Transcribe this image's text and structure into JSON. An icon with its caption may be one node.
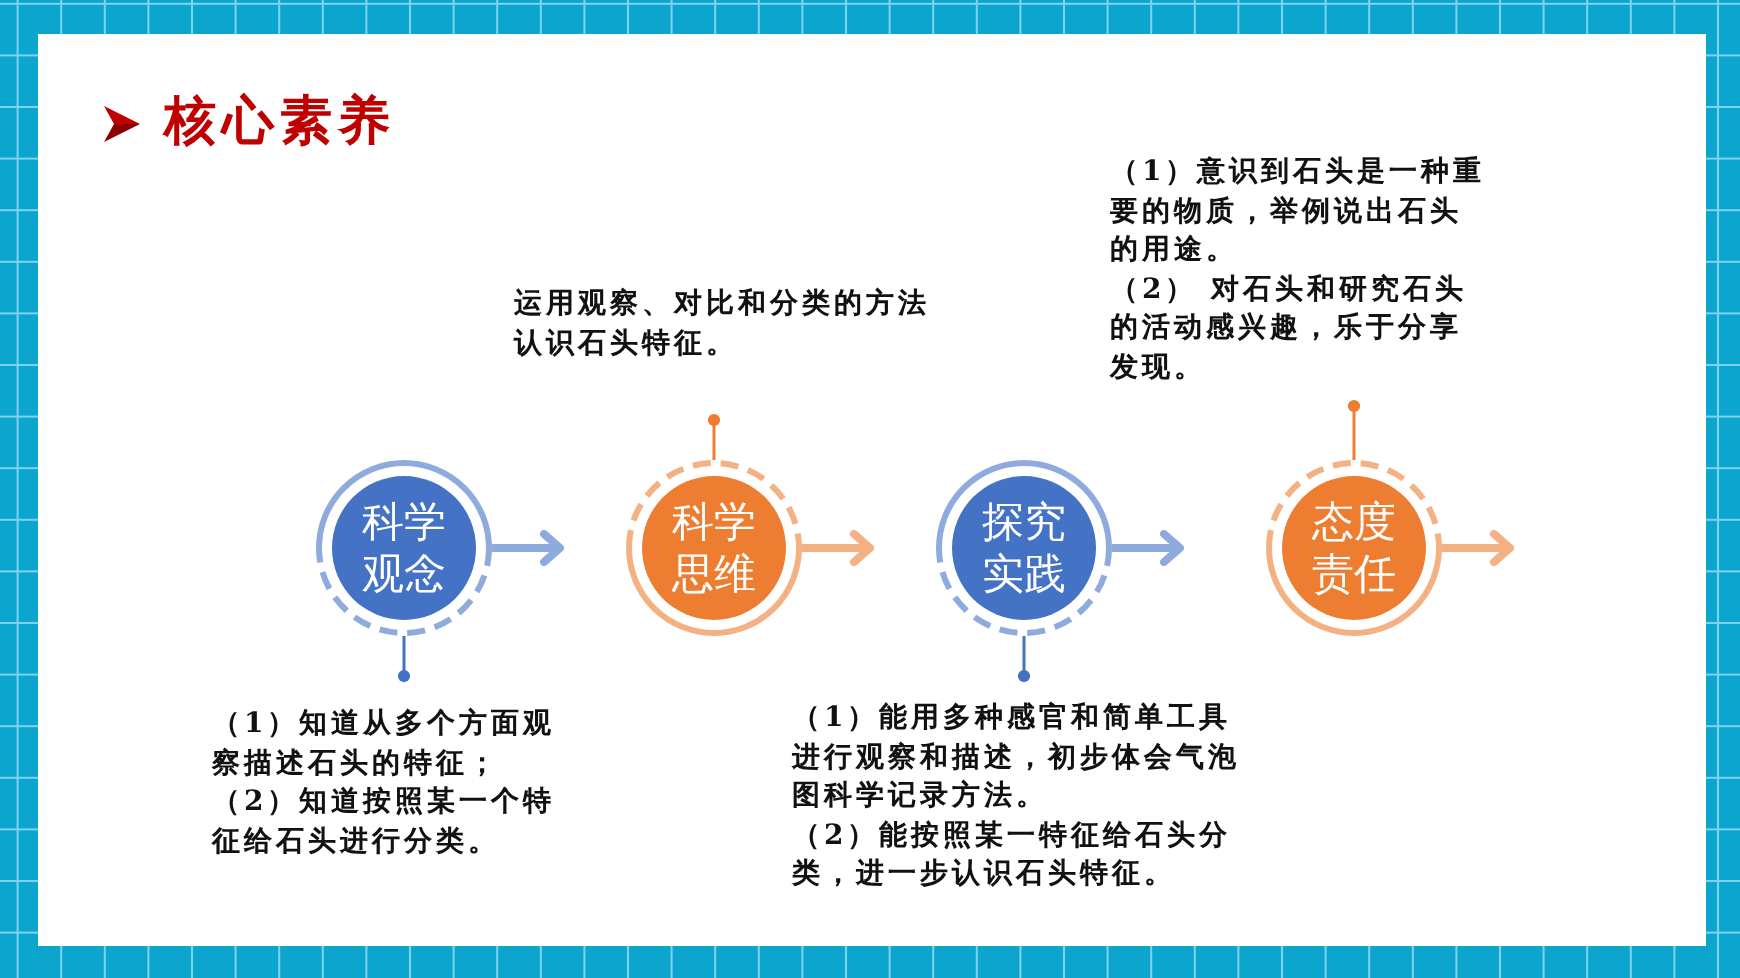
{
  "diagram": {
    "title": "核心素养",
    "nodes": [
      {
        "text": [
          "科学观念"
        ]
      },
      {
        "text": [
          "科学思维"
        ]
      },
      {
        "text": [
          "探究实践"
        ]
      },
      {
        "text": [
          "态度责任"
        ]
      },
      {
        "text": [
          "（1）知道从多个方面观察描述石头的特征；",
          "（2）知道按照某一个特征给石头进行分类。"
        ]
      },
      {
        "text": [
          "运用观察、对比和分类的方法认识石头特征。"
        ]
      },
      {
        "text": [
          "（1）能用多种感官和简单工具进行观察和描述，初步体会气泡图科学记录方法。",
          "（2）能按照某一特征给石头分类，进一步认识石头特征。"
        ]
      },
      {
        "text": [
          "（1）意识到石头是一种重要的物质，举例说出石头的用途。",
          "（2） 对石头和研究石头的活动感兴趣，乐于分享发现。"
        ]
      }
    ],
    "edges": [
      {
        "from": 0,
        "to": null,
        "arrow": "to",
        "style": "thick",
        "color": "#8faadc"
      },
      {
        "from": 1,
        "to": null,
        "arrow": "to",
        "style": "thick",
        "color": "#f4b183"
      },
      {
        "from": 2,
        "to": null,
        "arrow": "to",
        "style": "thick",
        "color": "#8faadc"
      },
      {
        "from": 3,
        "to": null,
        "arrow": "to",
        "style": "thick",
        "color": "#f4b183"
      },
      {
        "from": 0,
        "to": 4,
        "arrow": "other",
        "color": "#4472c4"
      },
      {
        "from": 1,
        "to": 5,
        "arrow": "other",
        "color": "#ed7d31"
      },
      {
        "from": 2,
        "to": 6,
        "arrow": "other",
        "color": "#4472c4"
      },
      {
        "from": 3,
        "to": 7,
        "arrow": "other",
        "color": "#ed7d31"
      }
    ]
  }
}
